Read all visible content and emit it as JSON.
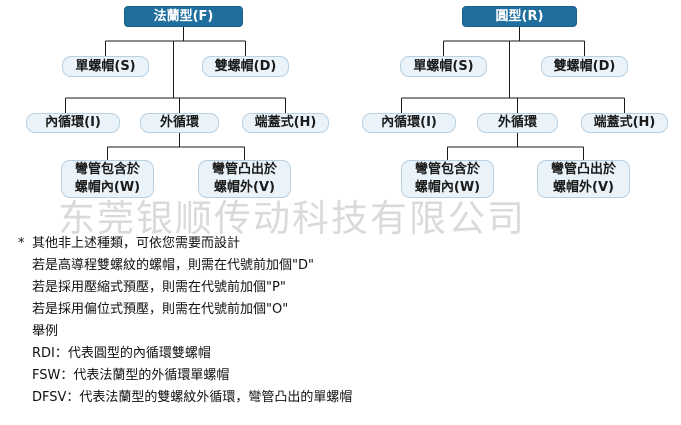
{
  "colors": {
    "root_fill": "#1f6e9e",
    "node_fill": "#eaf3f9",
    "node_border": "#b9d0e0",
    "connector": "#1a1a1a",
    "watermark": "#bcbcbc"
  },
  "left_tree": {
    "root": "法蘭型(F)",
    "level1": [
      "單螺帽(S)",
      "雙螺帽(D)"
    ],
    "level2": [
      "內循環(I)",
      "外循環",
      "端蓋式(H)"
    ],
    "level3": [
      "彎管包含於\n螺帽內(W)",
      "彎管凸出於\n螺帽外(V)"
    ]
  },
  "right_tree": {
    "root": "圓型(R)",
    "level1": [
      "單螺帽(S)",
      "雙螺帽(D)"
    ],
    "level2": [
      "內循環(I)",
      "外循環",
      "端蓋式(H)"
    ],
    "level3": [
      "彎管包含於\n螺帽內(W)",
      "彎管凸出於\n螺帽外(V)"
    ]
  },
  "watermark": "东莞银顺传动科技有限公司",
  "notes": {
    "star": "*",
    "heading": "其他非上述種類，可依您需要而設計",
    "lines": [
      "若是高導程雙螺紋的螺帽，則需在代號前加個\"D\"",
      "若是採用壓縮式預壓，則需在代號前加個\"P\"",
      "若是採用偏位式預壓，則需在代號前加個\"O\"",
      "舉例",
      "RDI：代表圓型的內循環雙螺帽",
      "FSW：代表法蘭型的外循環單螺帽",
      "DFSV：代表法蘭型的雙螺紋外循環，彎管凸出的單螺帽"
    ]
  }
}
